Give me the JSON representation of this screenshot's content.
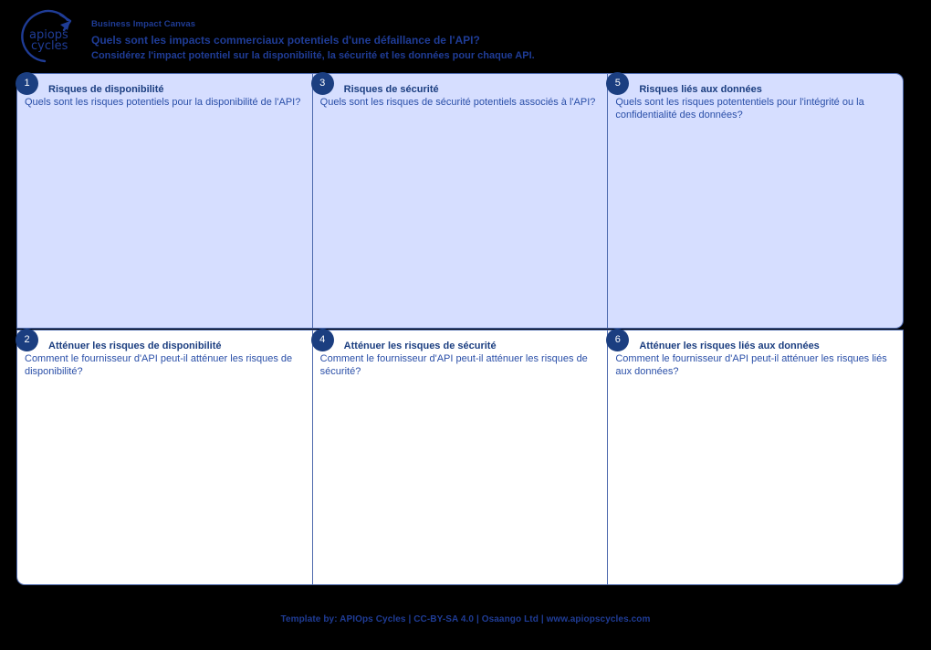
{
  "header": {
    "logo_alt": "apiops cycles",
    "logo_line1": "apiops",
    "logo_line2": "cycles",
    "title": "Business Impact Canvas",
    "question_1": "Quels sont les impacts commerciaux potentiels d'une défaillance de l'API?",
    "question_2": "Considérez l'impact potentiel sur la disponibilité, la sécurité et les données pour chaque API."
  },
  "colors": {
    "brand_blue": "#1f3c96",
    "badge_navy": "#1b3e80",
    "cell_border": "#4d69ad",
    "top_row_fill": "#d6deff",
    "bottom_row_fill": "#ffffff",
    "page_background": "#000000"
  },
  "canvas": {
    "top_row": [
      {
        "number": "1",
        "title": "Risques de disponibilité",
        "prompt": "Quels sont les risques potentiels pour la disponibilité de l'API?"
      },
      {
        "number": "3",
        "title": "Risques de sécurité",
        "prompt": "Quels sont les risques de sécurité potentiels associés à l'API?"
      },
      {
        "number": "5",
        "title": "Risques liés aux données",
        "prompt": "Quels sont les risques potententiels pour l'intégrité ou la confidentialité des données?"
      }
    ],
    "bottom_row": [
      {
        "number": "2",
        "title": "Atténuer les risques de disponibilité",
        "prompt": "Comment le fournisseur d'API peut-il atténuer les risques de disponibilité?"
      },
      {
        "number": "4",
        "title": "Atténuer les risques de sécurité",
        "prompt": "Comment le fournisseur d'API peut-il atténuer les risques de sécurité?"
      },
      {
        "number": "6",
        "title": "Atténuer les risques liés aux données",
        "prompt": "Comment le fournisseur d'API peut-il atténuer les risques liés aux données?"
      }
    ]
  },
  "footer": {
    "text": "Template by: APIOps Cycles | CC-BY-SA 4.0 | Osaango Ltd | www.apiopscycles.com"
  }
}
